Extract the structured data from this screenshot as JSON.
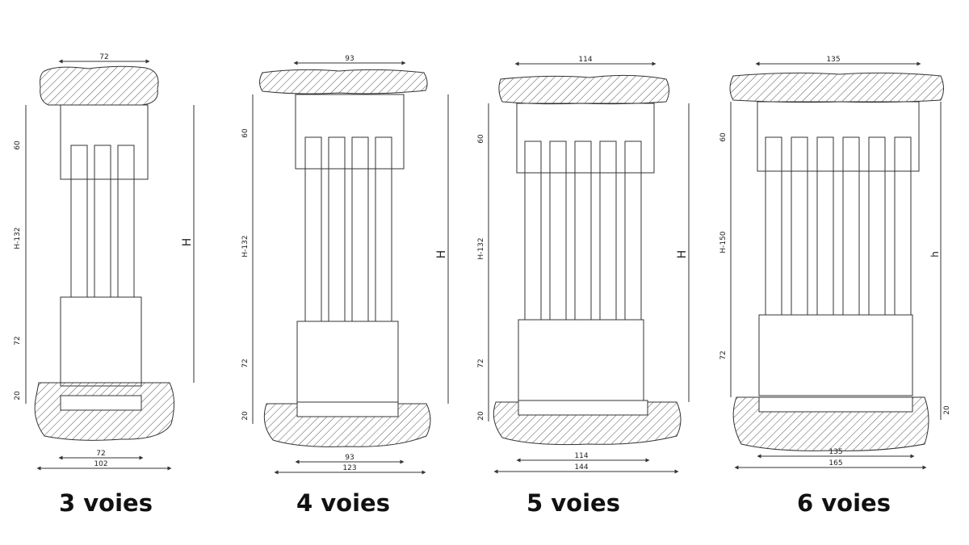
{
  "colors": {
    "line": "#333333",
    "hatch": "#555555",
    "background": "#ffffff"
  },
  "panels": [
    {
      "caption": "3 voies",
      "top_width": "72",
      "head_height": "60",
      "glass_height": "H-132",
      "total_height": "H",
      "bottom_block": "72",
      "sill_height": "20",
      "bottom_inner_width": "72",
      "bottom_outer_width": "102"
    },
    {
      "caption": "4 voies",
      "top_width": "93",
      "head_height": "60",
      "glass_height": "H-132",
      "total_height": "H",
      "bottom_block": "72",
      "sill_height": "20",
      "bottom_inner_width": "93",
      "bottom_outer_width": "123"
    },
    {
      "caption": "5 voies",
      "top_width": "114",
      "head_height": "60",
      "glass_height": "H-132",
      "total_height": "H",
      "bottom_block": "72",
      "sill_height": "20",
      "bottom_inner_width": "114",
      "bottom_outer_width": "144"
    },
    {
      "caption": "6 voies",
      "top_width": "135",
      "head_height": "60",
      "glass_height": "H-150",
      "total_height": "h",
      "bottom_block": "72",
      "sill_height": "20",
      "bottom_inner_width": "135",
      "bottom_outer_width": "165"
    }
  ]
}
